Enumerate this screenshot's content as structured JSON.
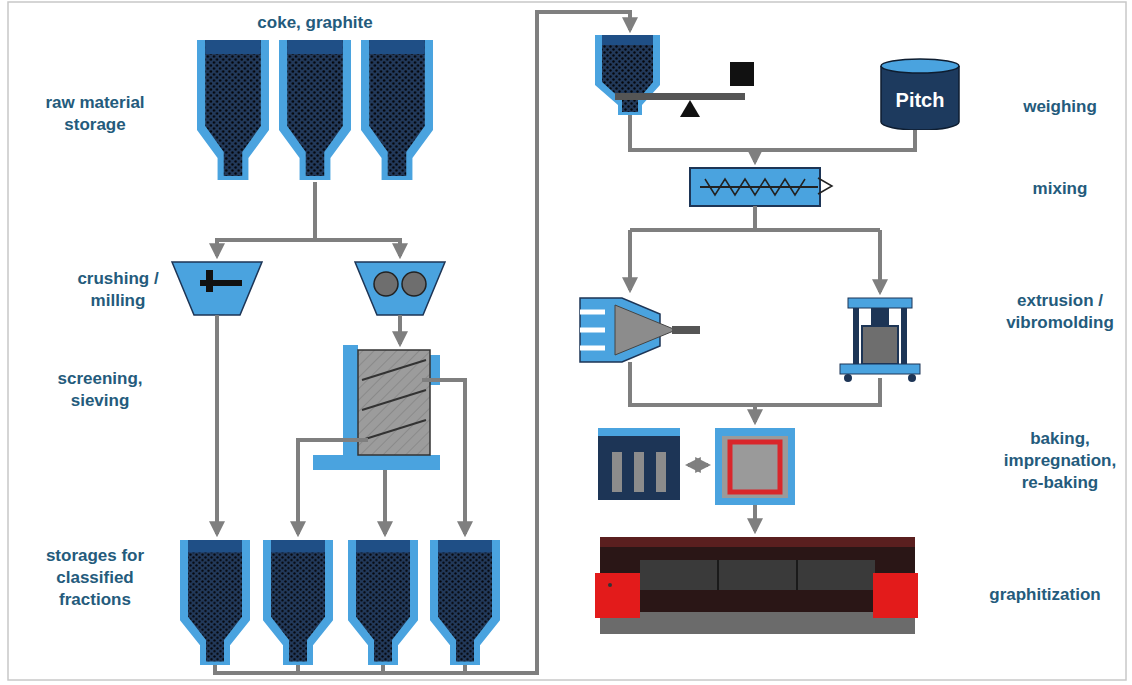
{
  "diagram": {
    "nodes": [
      {
        "text": [
          "Pitch"
        ]
      }
    ],
    "labels": [
      "coke, graphite",
      "raw material storage",
      "crushing / milling",
      "screening, sieving",
      "storages for classified fractions",
      "weighing",
      "mixing",
      "extrusion / vibromolding",
      "baking, impregnation, re-baking",
      "graphitization"
    ]
  }
}
